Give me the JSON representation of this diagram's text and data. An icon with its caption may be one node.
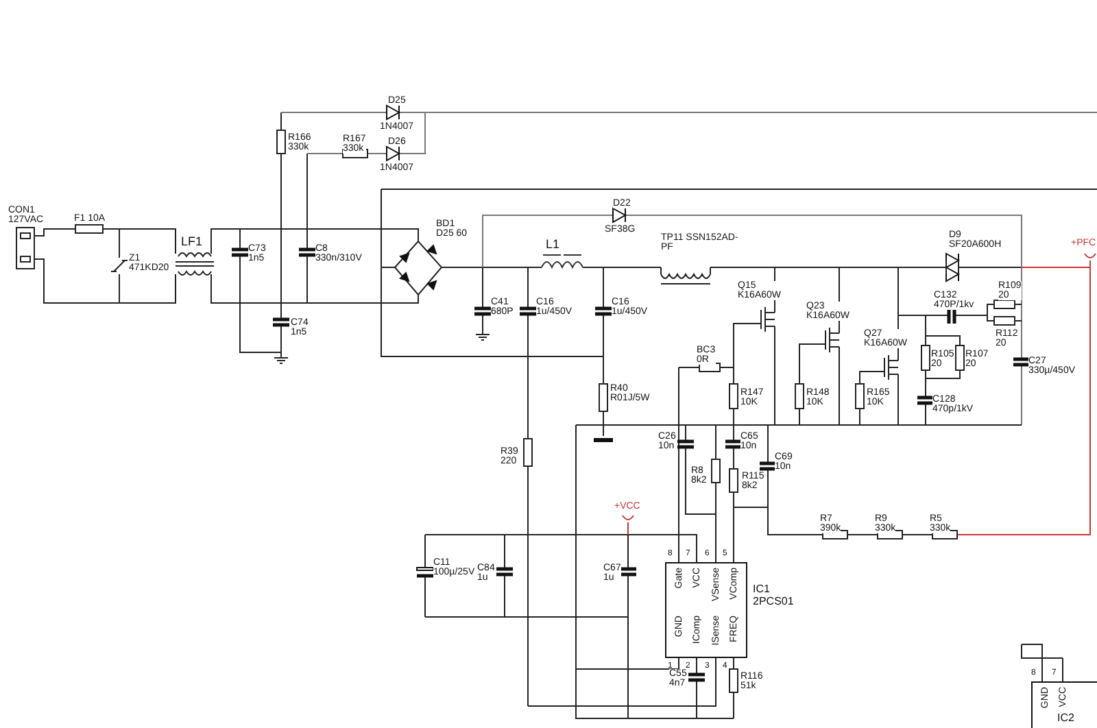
{
  "diagram": {
    "nodes": [
      {
        "text": [
          "Gate",
          "VCC",
          "VSense",
          "VComp",
          "GND",
          "IComp",
          "ISense",
          "FREQ"
        ],
        "beside": [
          "8",
          "7",
          "6",
          "5",
          "1",
          "2",
          "3",
          "4",
          "IC1 2PCS01"
        ]
      },
      {
        "text": [
          "GND",
          "VCC",
          "IC2"
        ],
        "beside": [
          "8",
          "7"
        ]
      }
    ],
    "labels": [
      "CON1 127VAC",
      "F1 10A",
      "Z1 471KD20",
      "LF1",
      "C73 1n5",
      "C74 1n5",
      "R166 330k",
      "R167 330k",
      "D25",
      "1N4007",
      "D26",
      "1N4007",
      "C8 330n/310V",
      "BD1 D25 60",
      "D22",
      "SF38G",
      "L1",
      "TP11 SSN152AD-PF",
      "C41 680P",
      "C16 1u/450V",
      "C16 1u/450V",
      "Q15 K16A60W",
      "Q23 K16A60W",
      "Q27 K16A60W",
      "D9 SF20A600H",
      "+PFC",
      "C132 470P/1kv",
      "R109 20",
      "R112 20",
      "R105 20",
      "R107 20",
      "C27 330µ/450V",
      "BC3 0R",
      "R147 10K",
      "R148 10K",
      "R165 10K",
      "C128 470p/1kV",
      "R40 R01J/5W",
      "R39 220",
      "C26 10n",
      "C65 10n",
      "R8 8k2",
      "R115 8k2",
      "C69 10n",
      "+VCC",
      "R7 390k",
      "R9 330k",
      "R5 330k",
      "C11 100µ/25V",
      "C84 1u",
      "C67 1u",
      "C55 4n7",
      "R116 51k"
    ]
  }
}
